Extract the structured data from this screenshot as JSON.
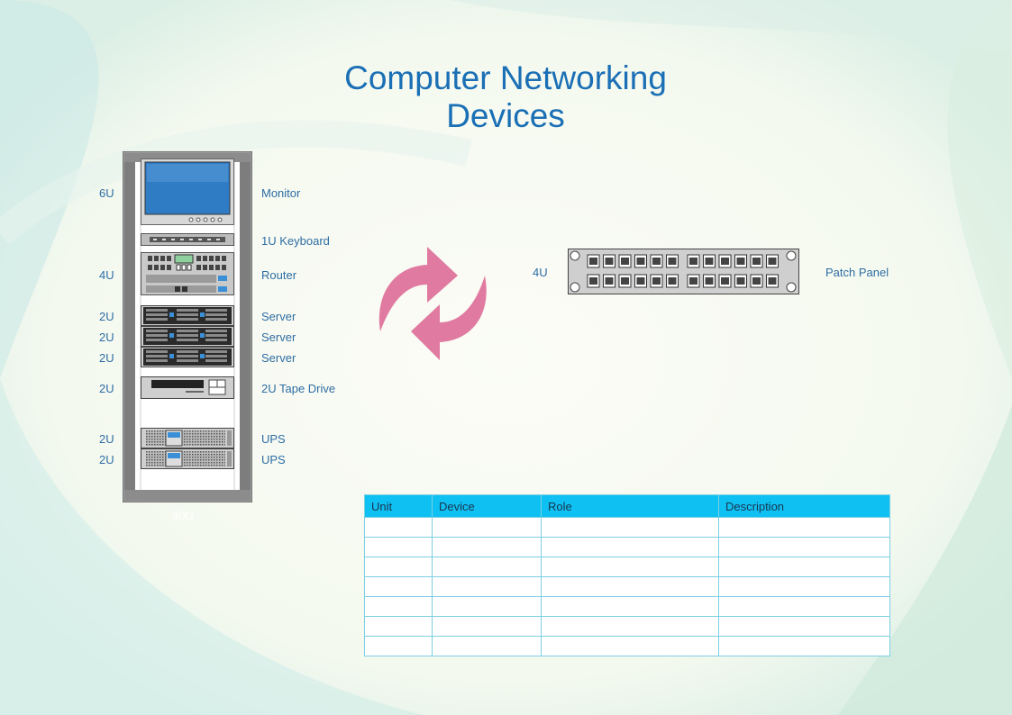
{
  "title": {
    "line1": "Computer Networking",
    "line2": "Devices"
  },
  "rack": {
    "label": "30U",
    "devices": [
      {
        "unit": "6U",
        "name": "Monitor"
      },
      {
        "unit": "",
        "name": "1U Keyboard"
      },
      {
        "unit": "4U",
        "name": "Router"
      },
      {
        "unit": "2U",
        "name": "Server"
      },
      {
        "unit": "2U",
        "name": "Server"
      },
      {
        "unit": "2U",
        "name": "Server"
      },
      {
        "unit": "2U",
        "name": "2U Tape Drive"
      },
      {
        "unit": "2U",
        "name": "UPS"
      },
      {
        "unit": "2U",
        "name": "UPS"
      }
    ]
  },
  "patch_panel": {
    "unit": "4U",
    "name": "Patch Panel"
  },
  "table": {
    "headers": [
      "Unit",
      "Device",
      "Role",
      "Description"
    ],
    "rows": [
      [
        "",
        "",
        "",
        ""
      ],
      [
        "",
        "",
        "",
        ""
      ],
      [
        "",
        "",
        "",
        ""
      ],
      [
        "",
        "",
        "",
        ""
      ],
      [
        "",
        "",
        "",
        ""
      ],
      [
        "",
        "",
        "",
        ""
      ],
      [
        "",
        "",
        "",
        ""
      ]
    ]
  },
  "colors": {
    "title": "#1a6fb5",
    "label": "#2e6da4",
    "arrows": "#e07aa0",
    "table_header": "#0fc0f2",
    "monitor_screen": "#2f7bc4"
  },
  "icons": [
    "refresh-arrows-icon"
  ]
}
